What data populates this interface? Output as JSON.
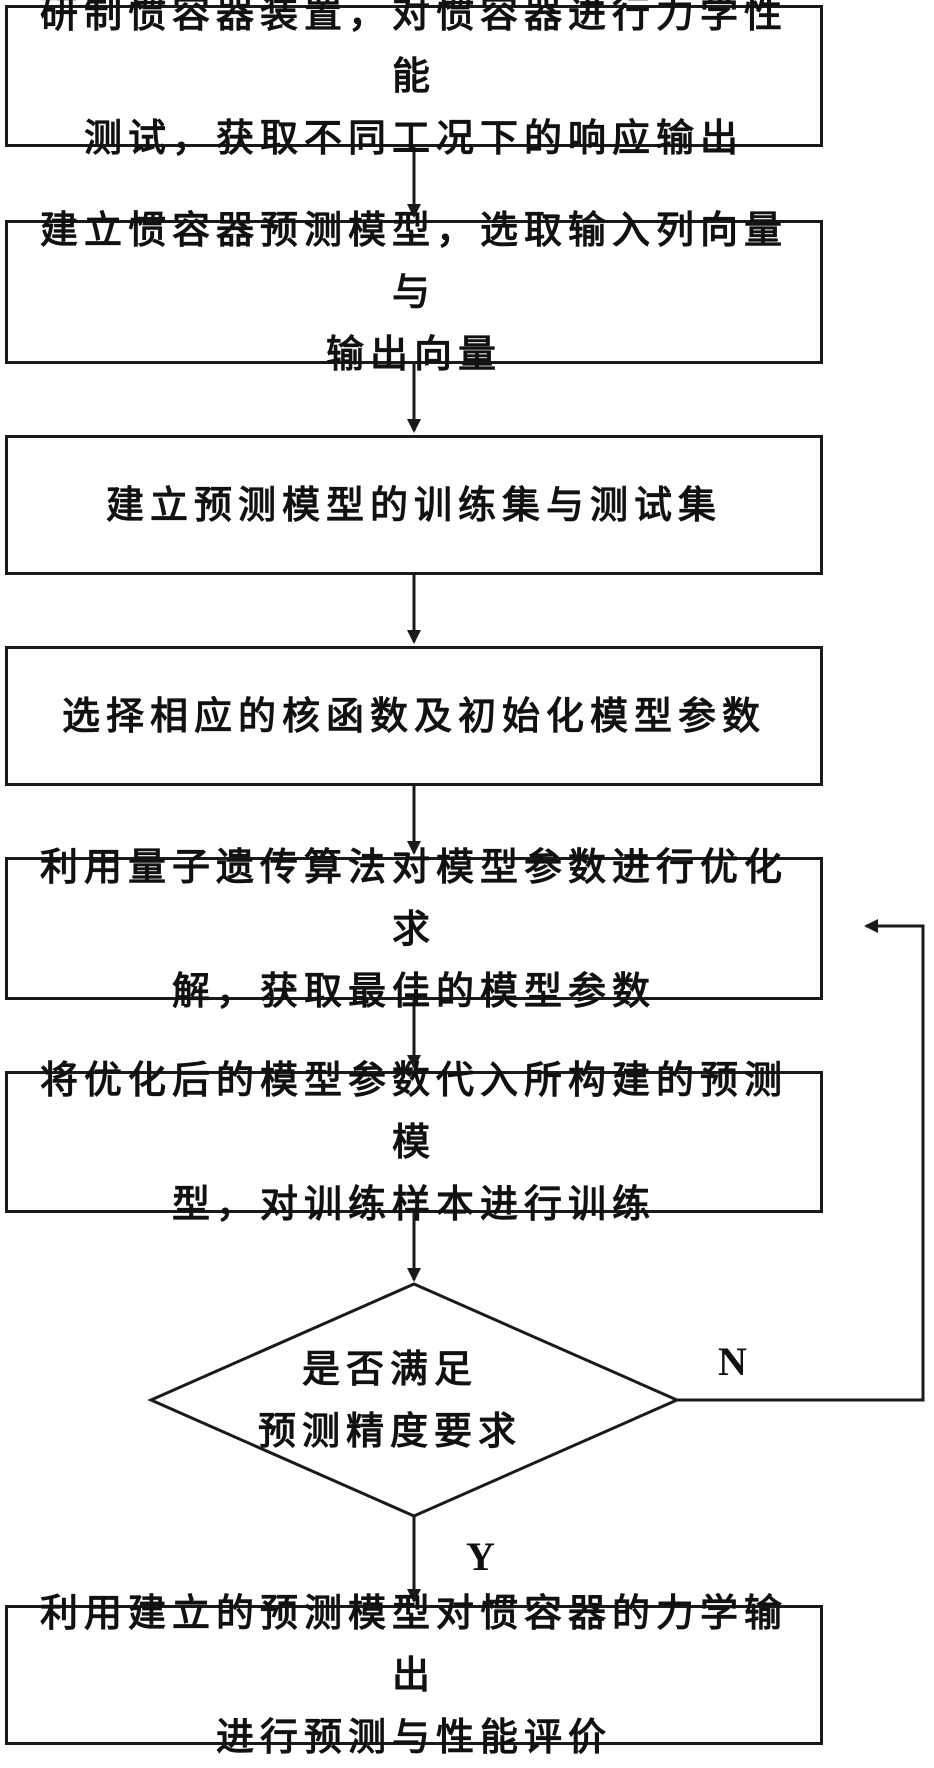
{
  "steps": [
    {
      "line1": "研制惯容器装置，对惯容器进行力学性能",
      "line2": "测试，获取不同工况下的响应输出"
    },
    {
      "line1": "建立惯容器预测模型，选取输入列向量与",
      "line2": "输出向量"
    },
    {
      "line1": "建立预测模型的训练集与测试集",
      "line2": ""
    },
    {
      "line1": "选择相应的核函数及初始化模型参数",
      "line2": ""
    },
    {
      "line1": "利用量子遗传算法对模型参数进行优化求",
      "line2": "解，获取最佳的模型参数"
    },
    {
      "line1": "将优化后的模型参数代入所构建的预测模",
      "line2": "型，对训练样本进行训练"
    }
  ],
  "decision": {
    "line1": "是否满足",
    "line2": "预测精度要求"
  },
  "labels": {
    "no": "N",
    "yes": "Y"
  },
  "final_step": {
    "line1": "利用建立的预测模型对惯容器的力学输出",
    "line2": "进行预测与性能评价"
  }
}
